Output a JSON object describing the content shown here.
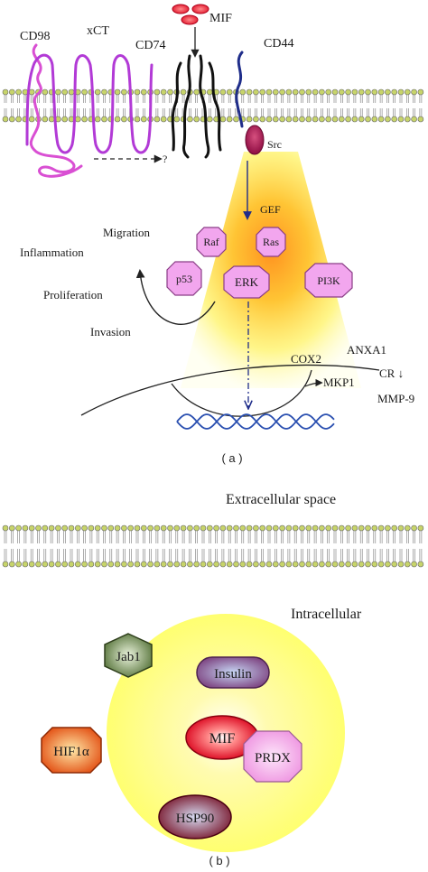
{
  "panel_a": {
    "caption": "( a )",
    "receptors": {
      "cd98": "CD98",
      "xct": "xCT",
      "cd74": "CD74",
      "cd44": "CD44",
      "mif": "MIF",
      "question": "?"
    },
    "kinases": {
      "src": "Src",
      "gef": "GEF",
      "raf": "Raf",
      "ras": "Ras",
      "erk": "ERK",
      "p53": "p53",
      "pi3k": "PI3K"
    },
    "effects": {
      "migration": "Migration",
      "inflammation": "Inflammation",
      "proliferation": "Proliferation",
      "invasion": "Invasion"
    },
    "nuclear": {
      "cox2": "COX2",
      "anxa1": "ANXA1",
      "cr": "CR ↓",
      "mkp1": "MKP1",
      "mmp9": "MMP-9"
    }
  },
  "panel_b": {
    "caption": "( b )",
    "extracellular": "Extracellular space",
    "intracellular": "Intracellular",
    "proteins": {
      "jab1": "Jab1",
      "insulin": "Insulin",
      "hif1a": "HIF1α",
      "mif": "MIF",
      "prdx": "PRDX",
      "hsp90": "HSP90"
    }
  },
  "colors": {
    "purple": "#b23ad6",
    "magenta": "#d94fd3",
    "navy": "#1f2d8a",
    "kinase_fill": "#f2a6ee",
    "src_fill": "#a3124f",
    "mif_red": "#e8112d",
    "jab1_green": "#5a7a3a",
    "insulin_purple": "#7d4a8e",
    "hif_orange": "#e8681b",
    "prdx_pink": "#f4a6e8",
    "hsp90_maroon": "#7a0d22",
    "halo_yellow": "#ffff70"
  }
}
